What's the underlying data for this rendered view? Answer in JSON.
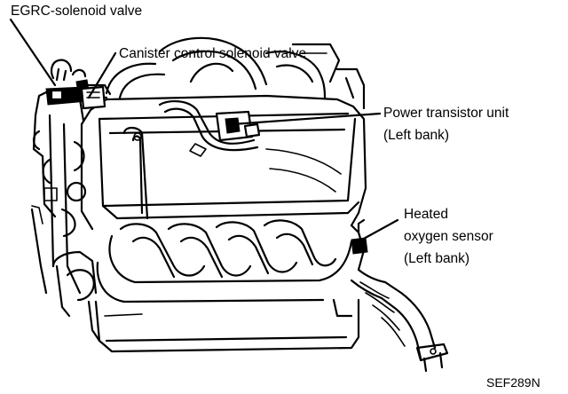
{
  "labels": {
    "egrc": "EGRC-solenoid valve",
    "canister": "Canister control solenoid valve",
    "power_transistor_line1": "Power transistor unit",
    "power_transistor_line2": "(Left bank)",
    "oxygen_line1": "Heated",
    "oxygen_line2": "oxygen sensor",
    "oxygen_line3": "(Left bank)"
  },
  "figure_code": "SEF289N",
  "colors": {
    "ink": "#000000",
    "paper": "#ffffff"
  }
}
